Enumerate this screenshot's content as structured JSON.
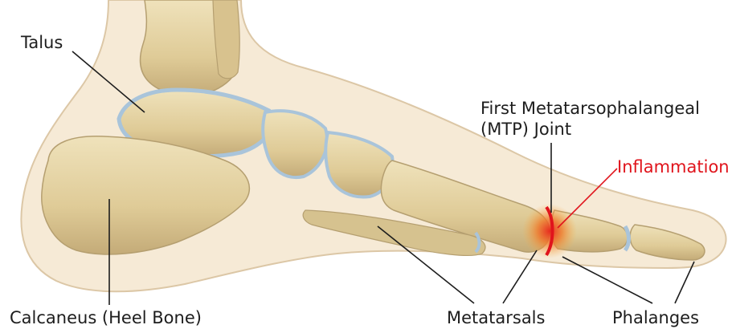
{
  "labels": {
    "talus": "Talus",
    "mtp_line1": "First Metatarsophalangeal",
    "mtp_line2": "(MTP) Joint",
    "inflammation": "Inflammation",
    "calcaneus": "Calcaneus (Heel Bone)",
    "metatarsals": "Metatarsals",
    "phalanges": "Phalanges"
  },
  "colors": {
    "skin": "#f6ead6",
    "skin_outline": "#d9c3a2",
    "bone": "#e3d2a3",
    "bone_shadow": "#b9a274",
    "cartilage": "#a9c4da",
    "inflammation": "#e0141c",
    "inflammation_glow": "#f39a3a",
    "leader_line": "#1d1d1d"
  }
}
